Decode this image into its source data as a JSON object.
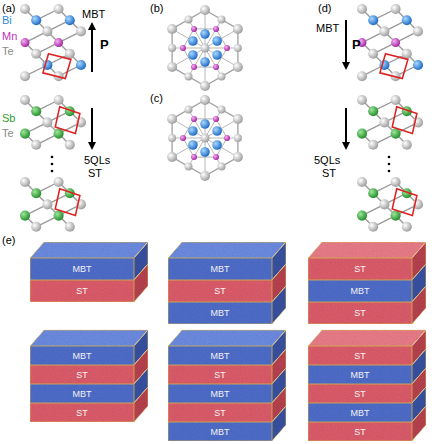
{
  "diagram": {
    "nodes": [
      {
        "text": [
          "MBT"
        ]
      },
      {
        "text": [
          "ST"
        ]
      },
      {
        "text": [
          "MBT"
        ]
      },
      {
        "text": [
          "ST"
        ]
      },
      {
        "text": [
          "MBT"
        ]
      },
      {
        "text": [
          "ST"
        ]
      },
      {
        "text": [
          "MBT"
        ]
      },
      {
        "text": [
          "ST"
        ]
      },
      {
        "text": [
          "MBT"
        ]
      },
      {
        "text": [
          "ST"
        ]
      },
      {
        "text": [
          "MBT"
        ]
      },
      {
        "text": [
          "ST"
        ]
      },
      {
        "text": [
          "MBT"
        ]
      },
      {
        "text": [
          "ST"
        ]
      },
      {
        "text": [
          "MBT"
        ]
      },
      {
        "text": [
          "ST"
        ]
      },
      {
        "text": [
          "MBT"
        ]
      },
      {
        "text": [
          "ST"
        ]
      },
      {
        "text": [
          "MBT"
        ]
      },
      {
        "text": [
          "ST"
        ]
      },
      {
        "text": [
          "MBT"
        ]
      },
      {
        "text": [
          "ST"
        ]
      }
    ],
    "labels": [
      "(a)",
      "Bi",
      "Mn",
      "Te",
      "MBT",
      "P",
      "Sb",
      "Te",
      "5QLs",
      "ST",
      "(b)",
      "(c)",
      "(d)",
      "MBT",
      "P",
      "5QLs",
      "ST",
      "(e)"
    ]
  }
}
